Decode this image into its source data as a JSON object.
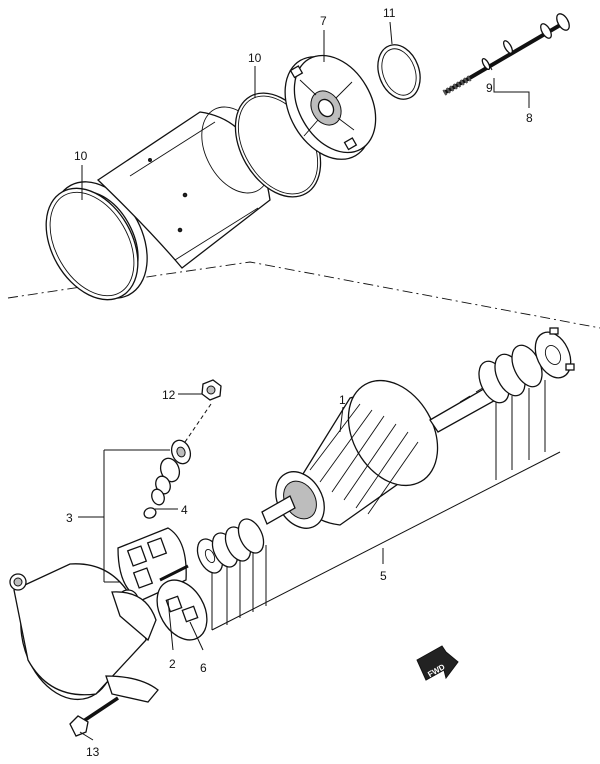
{
  "callouts": [
    {
      "id": "1",
      "text": "1"
    },
    {
      "id": "2",
      "text": "2"
    },
    {
      "id": "3",
      "text": "3"
    },
    {
      "id": "4",
      "text": "4"
    },
    {
      "id": "5",
      "text": "5"
    },
    {
      "id": "6",
      "text": "6"
    },
    {
      "id": "7",
      "text": "7"
    },
    {
      "id": "8",
      "text": "8"
    },
    {
      "id": "9",
      "text": "9"
    },
    {
      "id": "10a",
      "text": "10"
    },
    {
      "id": "10b",
      "text": "10"
    },
    {
      "id": "11",
      "text": "11"
    },
    {
      "id": "12",
      "text": "12"
    },
    {
      "id": "13",
      "text": "13"
    }
  ],
  "fwd_label": "FWD",
  "colors": {
    "ink": "#111111",
    "shade": "#bdbdbd",
    "background": "#ffffff"
  }
}
